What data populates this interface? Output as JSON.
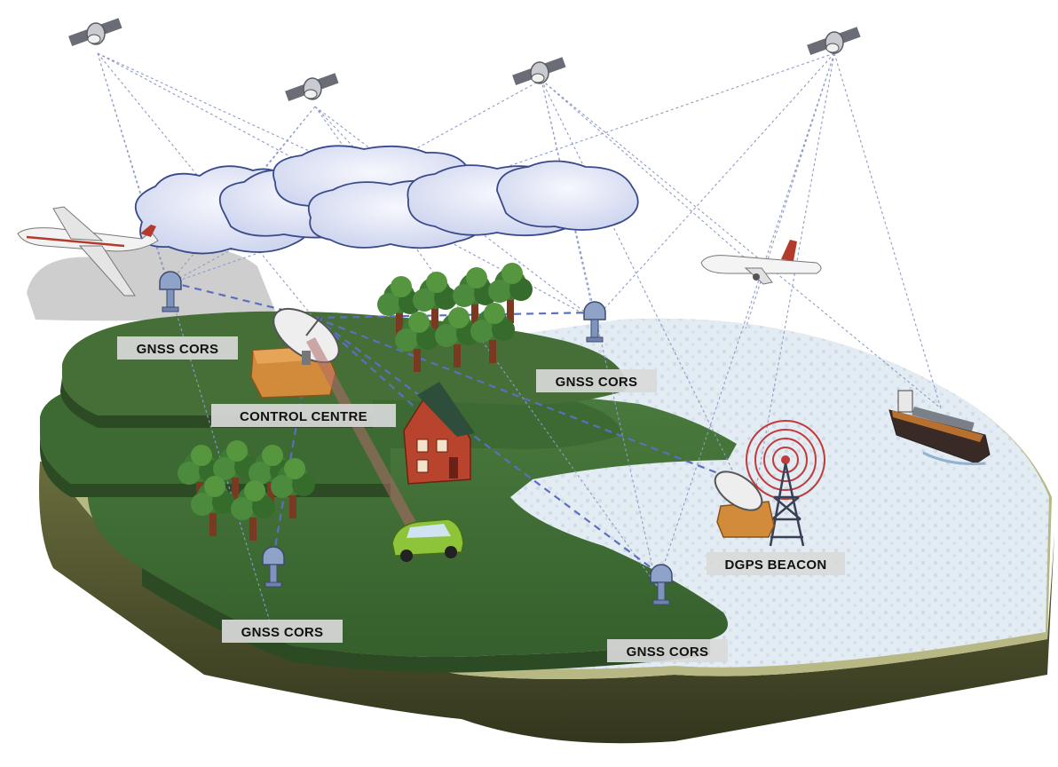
{
  "labels": {
    "cors_left": "GNSS CORS",
    "cors_right": "GNSS CORS",
    "cors_bottom_left": "GNSS CORS",
    "cors_bottom_right": "GNSS CORS",
    "control_centre": "CONTROL CENTRE",
    "dgps_beacon": "DGPS BEACON"
  },
  "colors": {
    "land_top": "#3f6b34",
    "land_side": "#2f4f26",
    "base_side": "#4d5230",
    "water": "#dfe9f1",
    "cloud": "#e9ecf8",
    "signal_lines": "#8e9bc9",
    "ground_links": "#5a6fc2"
  },
  "icons": [
    "satellite-icon",
    "cloud-icon",
    "airplane-icon",
    "antenna-icon",
    "dish-icon",
    "building-icon",
    "tree-icon",
    "house-icon",
    "car-icon",
    "ship-icon",
    "radio-tower-icon"
  ]
}
